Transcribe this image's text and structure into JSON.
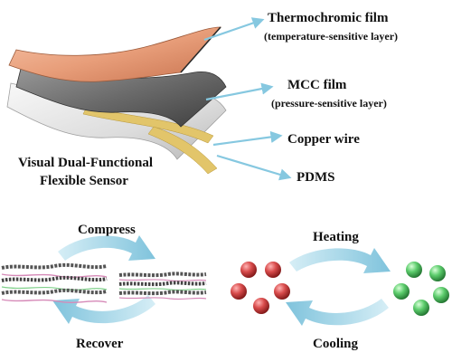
{
  "layers": {
    "thermochromic_title": "Thermochromic film",
    "thermochromic_sub": "(temperature-sensitive layer)",
    "mcc_title": "MCC film",
    "mcc_sub": "(pressure-sensitive layer)",
    "copper": "Copper wire",
    "pdms": "PDMS"
  },
  "sensor_label": {
    "line1": "Visual Dual-Functional",
    "line2": "Flexible Sensor"
  },
  "pressure_cycle": {
    "top": "Compress",
    "bottom": "Recover"
  },
  "thermal_cycle": {
    "top": "Heating",
    "bottom": "Cooling"
  },
  "colors": {
    "thermochromic": "#e8a07c",
    "mcc": "#6e6e6e",
    "pdms": "#e4e4e4",
    "copper": "#e2c56a",
    "arrow": "#93cfe2",
    "cold_sphere": "#d24848",
    "hot_sphere": "#52c46a"
  }
}
